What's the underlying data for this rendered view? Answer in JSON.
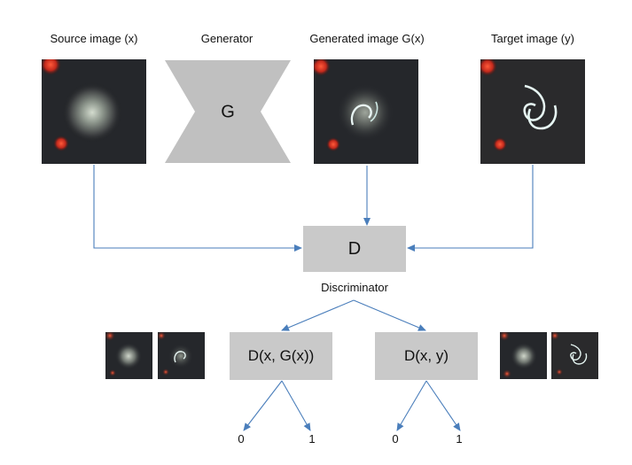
{
  "labels": {
    "source": "Source image (x)",
    "generator": "Generator",
    "generated": "Generated image G(x)",
    "target": "Target image (y)",
    "discriminator": "Discriminator"
  },
  "nodes": {
    "generator_letter": "G",
    "discriminator_letter": "D",
    "d_fake": "D(x, G(x))",
    "d_real": "D(x, y)"
  },
  "outputs": {
    "fake_zero": "0",
    "fake_one": "1",
    "real_zero": "0",
    "real_one": "1"
  },
  "colors": {
    "arrow": "#4a7ebb",
    "box": "#c9c9c9",
    "generator_shape": "#c0c0c0"
  }
}
